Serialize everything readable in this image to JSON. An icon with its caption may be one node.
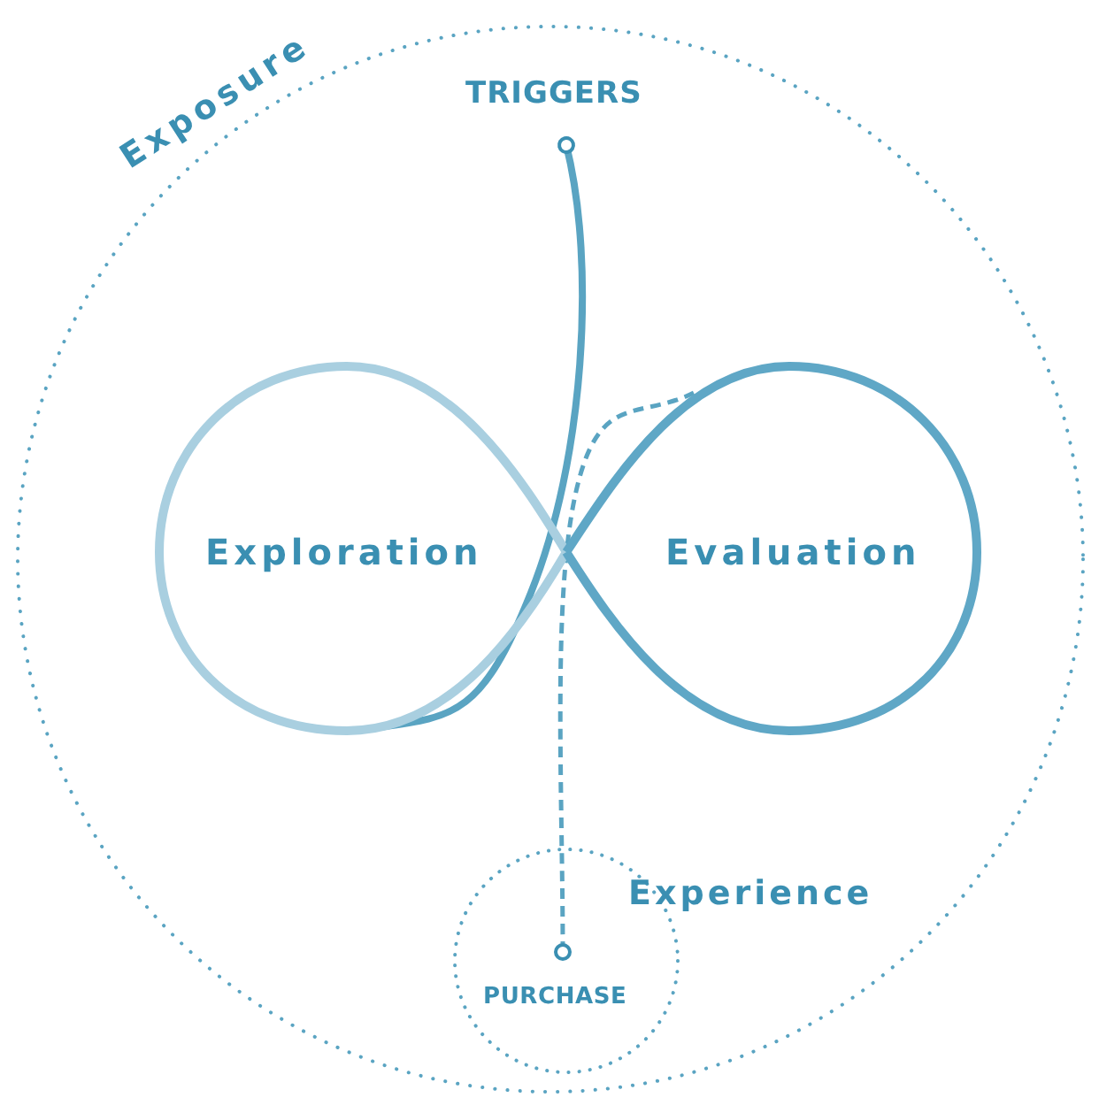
{
  "diagram": {
    "nodes": [
      {
        "text": [
          "Exposure"
        ]
      },
      {
        "text": [
          "TRIGGERS"
        ],
        "in": 0
      },
      {
        "text": [
          "Exploration"
        ],
        "in": 0
      },
      {
        "text": [
          "Evaluation"
        ],
        "in": 0
      },
      {
        "text": [
          "Experience"
        ],
        "in": 0
      },
      {
        "text": [
          "PURCHASE"
        ],
        "in": 4
      }
    ],
    "edges": [
      {
        "from": 1,
        "to": 2,
        "arrow": "other"
      },
      {
        "from": 5,
        "to": 3,
        "arrow": "other",
        "style": "dashed"
      }
    ]
  }
}
